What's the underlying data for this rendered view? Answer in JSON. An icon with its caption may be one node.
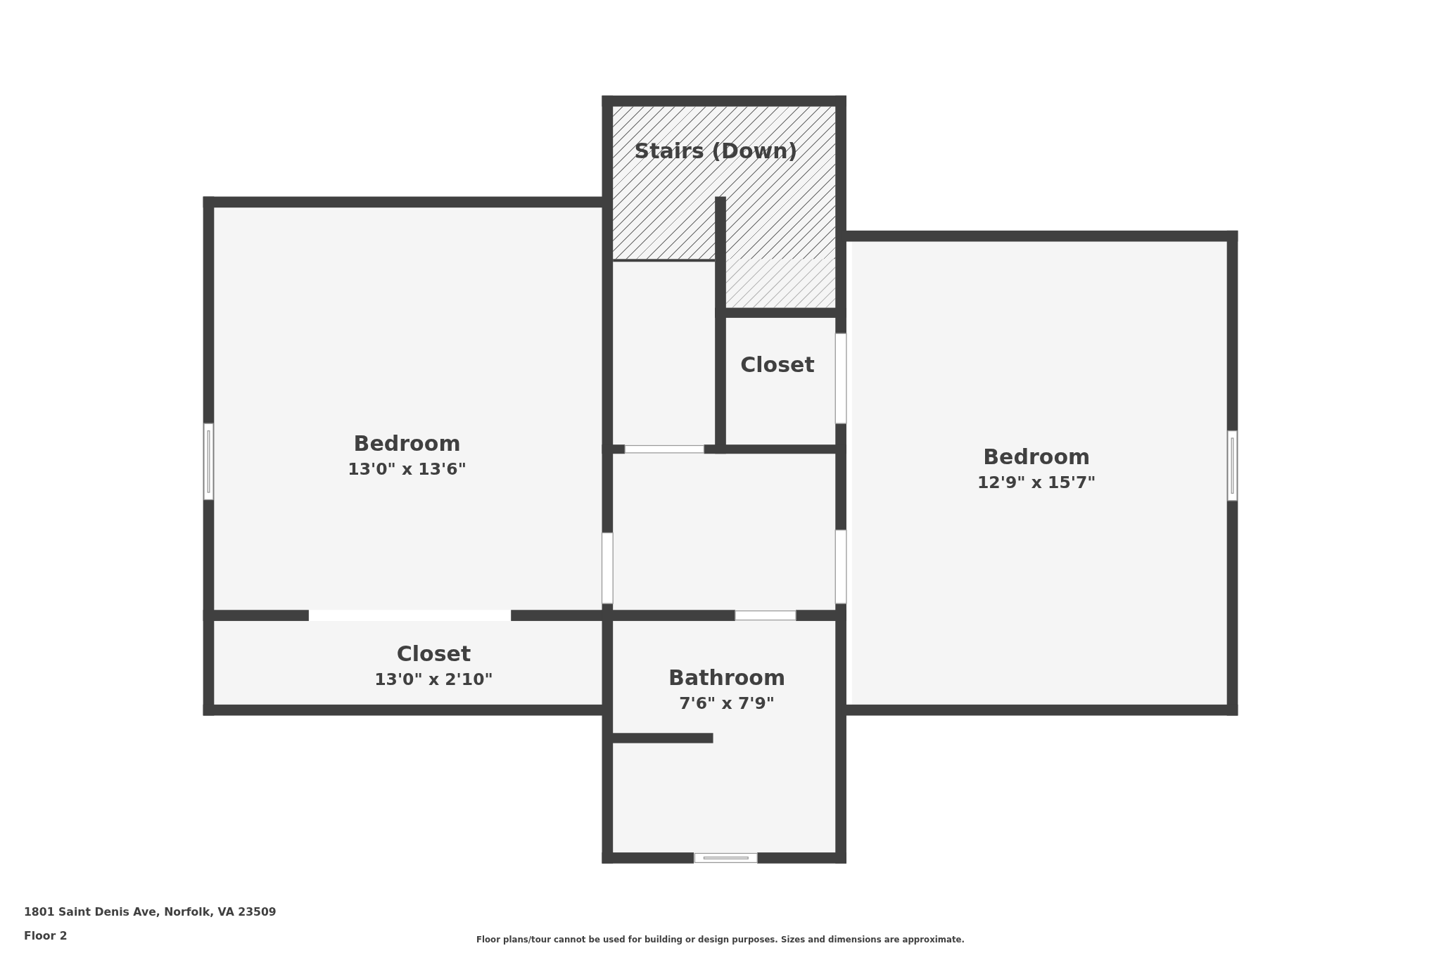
{
  "diagram": {
    "nodes": [
      {
        "text": [
          "Stairs (Down)"
        ]
      },
      {
        "text": [
          "Bedroom",
          "13'0\" x 13'6\""
        ]
      },
      {
        "text": [
          "Closet"
        ]
      },
      {
        "text": [
          "Bedroom",
          "12'9\" x 15'7\""
        ]
      },
      {
        "text": [
          "Closet",
          "13'0\" x 2'10\""
        ]
      },
      {
        "text": [
          "Bathroom",
          "7'6\" x 7'9\""
        ]
      }
    ],
    "labels": [
      "1801 Saint Denis Ave, Norfolk, VA 23509",
      "Floor 2",
      "Floor plans/tour cannot be used for building or design purposes. Sizes and dimensions are approximate."
    ]
  }
}
